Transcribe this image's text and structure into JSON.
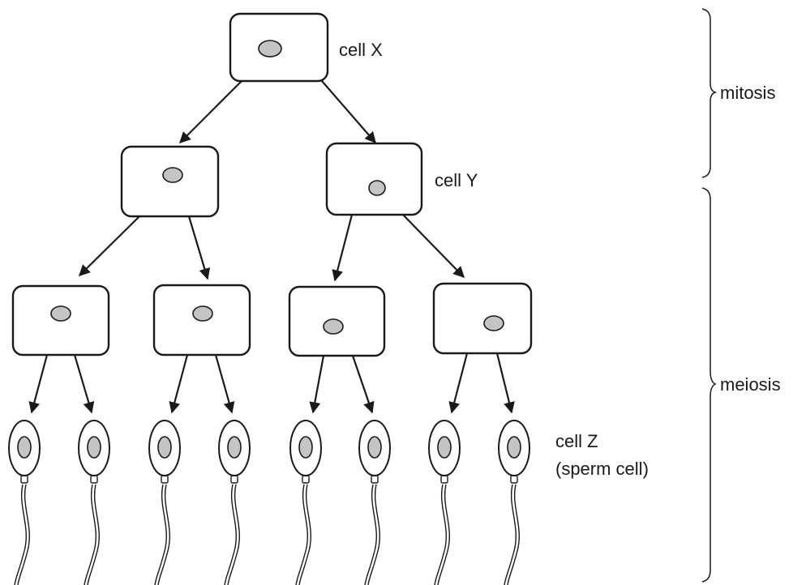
{
  "labels": {
    "cell_x": "cell X",
    "cell_y": "cell Y",
    "cell_z_line1": "cell Z",
    "cell_z_line2": "(sperm cell)",
    "mitosis": "mitosis",
    "meiosis": "meiosis"
  },
  "colors": {
    "outline": "#1a1a1a",
    "nucleus_fill": "#c4c4c4",
    "background": "#ffffff"
  }
}
